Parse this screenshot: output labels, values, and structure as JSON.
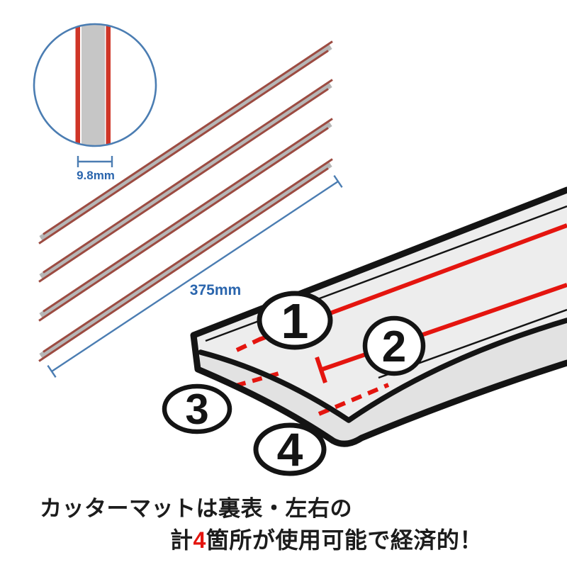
{
  "inset": {
    "width_label": "9.8mm"
  },
  "strips": {
    "length_label": "375mm"
  },
  "markers": {
    "m1": "1",
    "m2": "2",
    "m3": "3",
    "m4": "4"
  },
  "caption": {
    "line1": "カッターマットは裏表・左右の",
    "line2_prefix": "計",
    "line2_number": "4",
    "line2_suffix": "箇所が使用可能で経済的！"
  },
  "colors": {
    "accent_red": "#e4150f",
    "dimension_blue": "#4b7db2",
    "dimension_text": "#2a65ad",
    "strip_edge": "#9c4b41"
  }
}
